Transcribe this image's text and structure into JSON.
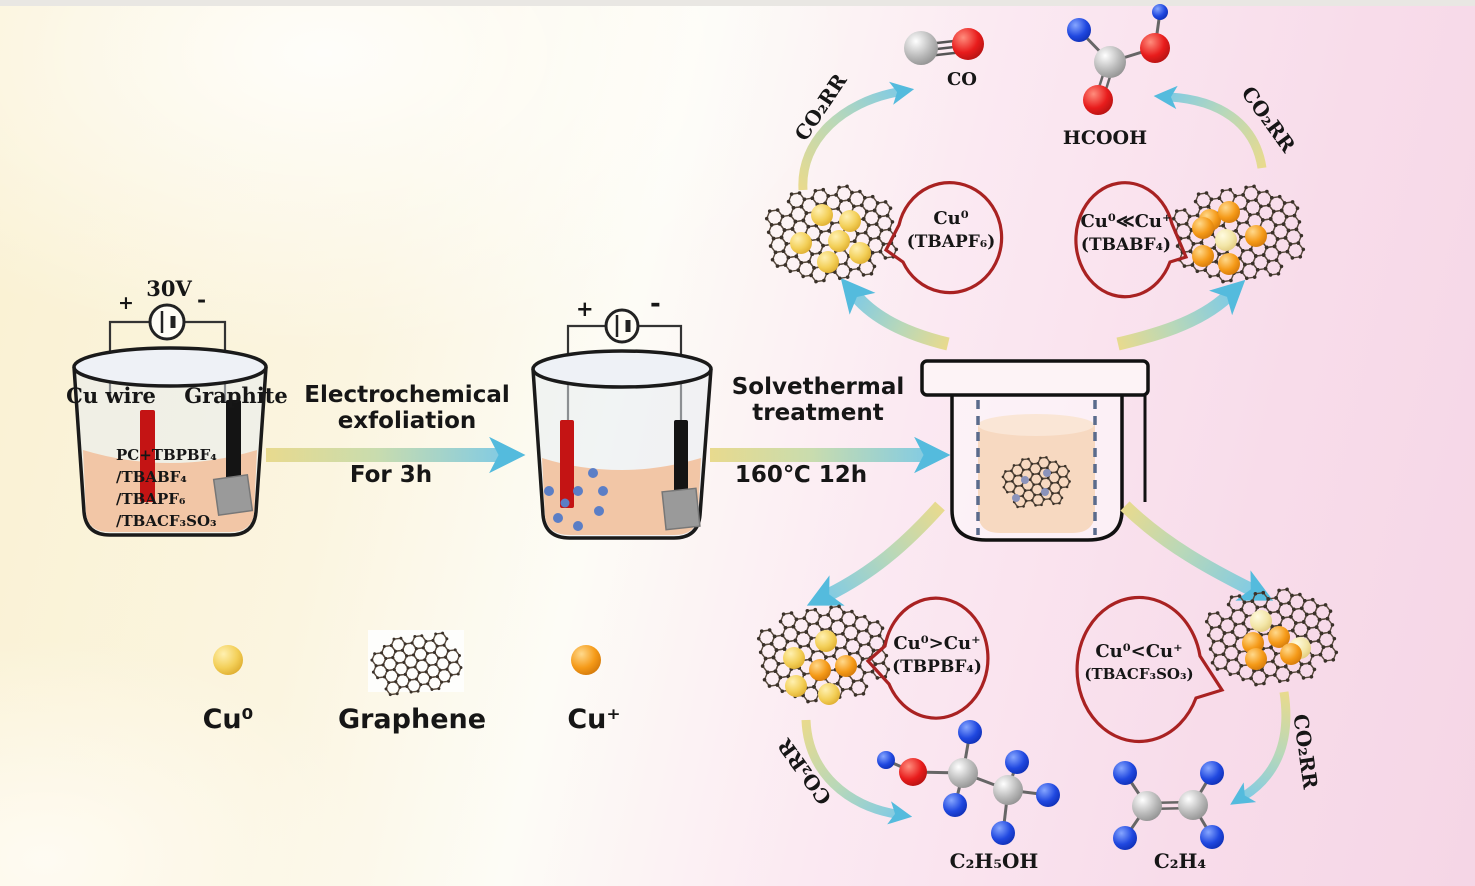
{
  "figure": {
    "kind": "graphical-abstract"
  },
  "electrolysis_cell": {
    "voltage": "30V",
    "plus": "+",
    "minus": "-",
    "anode_label": "Cu wire",
    "cathode_label": "Graphite",
    "electrolyte_lines": [
      "PC+TBPBF₄",
      "/TBABF₄",
      "/TBAPF₆",
      "/TBACF₃SO₃"
    ]
  },
  "exfoliated_cell": {
    "plus": "+",
    "minus": "-"
  },
  "step1": {
    "line1": "Electrochemical",
    "line2": "exfoliation",
    "duration": "For 3h"
  },
  "step2": {
    "line1": "Solvethermal",
    "line2": "treatment",
    "condition": "160℃ 12h"
  },
  "pathways": {
    "top_left": {
      "reaction": "CO₂RR",
      "product": "CO",
      "catalyst": "Cu⁰",
      "electrolyte": "(TBAPF₆)"
    },
    "top_right": {
      "reaction": "CO₂RR",
      "product": "HCOOH",
      "catalyst": "Cu⁰≪Cu⁺",
      "electrolyte": "(TBABF₄)"
    },
    "bottom_left": {
      "reaction": "CO₂RR",
      "product": "C₂H₅OH",
      "catalyst": "Cu⁰>Cu⁺",
      "electrolyte": "(TBPBF₄)"
    },
    "bottom_right": {
      "reaction": "CO₂RR",
      "product": "C₂H₄",
      "catalyst": "Cu⁰<Cu⁺",
      "electrolyte": "(TBACF₃SO₃)"
    }
  },
  "legend": {
    "cu0": "Cu⁰",
    "graphene": "Graphene",
    "cu_plus": "Cu⁺"
  },
  "colors": {
    "cu0_ball": "#f2cf5b",
    "cu_plus_ball": "#f59a18",
    "arrow_yellow": "#e8da8e",
    "arrow_blue": "#7ecae6",
    "bubble_stroke": "#a92222",
    "solution_peach": "#f2c6a6"
  }
}
